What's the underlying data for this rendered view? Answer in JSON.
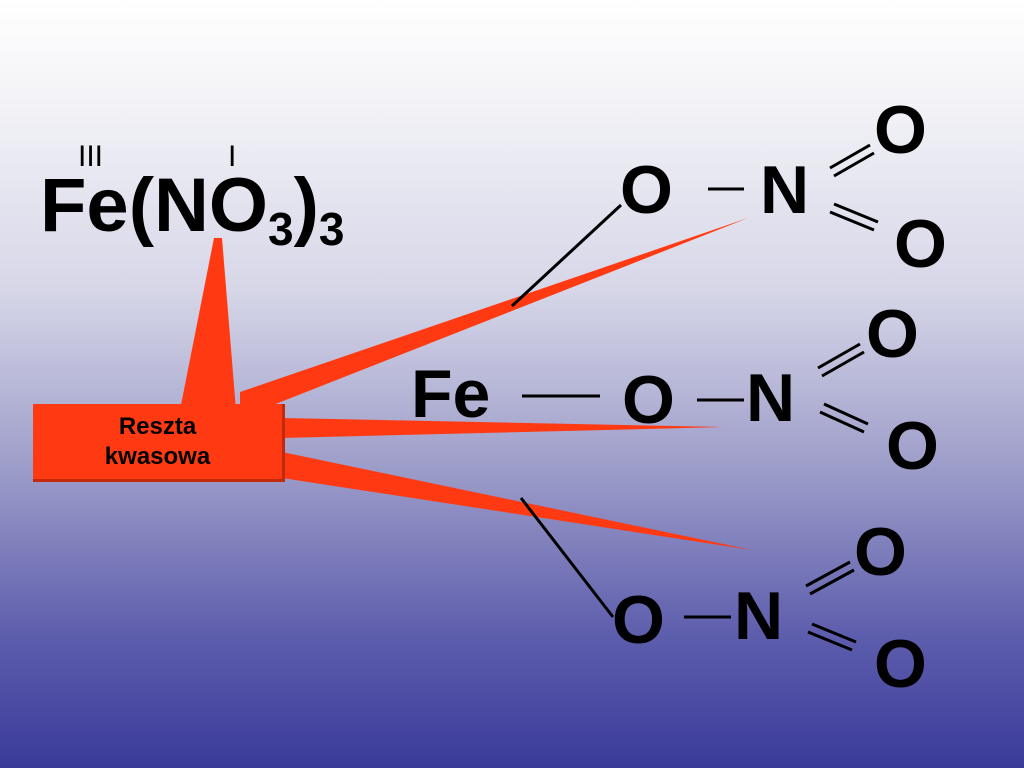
{
  "formula": {
    "element": "Fe",
    "group_open": "(NO",
    "subscript_inner": "3",
    "group_close": ")",
    "subscript_outer": "3"
  },
  "valence": {
    "iron": "III",
    "nitrate": "I"
  },
  "callout": {
    "line1": "Reszta",
    "line2": "kwasowa"
  },
  "structure": {
    "metal": "Fe",
    "branches": [
      {
        "oxygen": "O",
        "nitrogen": "N",
        "oxygen_top": "O",
        "oxygen_bottom": "O"
      },
      {
        "oxygen": "O",
        "nitrogen": "N",
        "oxygen_top": "O",
        "oxygen_bottom": "O"
      },
      {
        "oxygen": "O",
        "nitrogen": "N",
        "oxygen_top": "O",
        "oxygen_bottom": "O"
      }
    ]
  },
  "colors": {
    "callout": "#ff3a12",
    "background_top": "#ffffff",
    "background_bottom": "#3a3a9a",
    "text": "#000000"
  }
}
